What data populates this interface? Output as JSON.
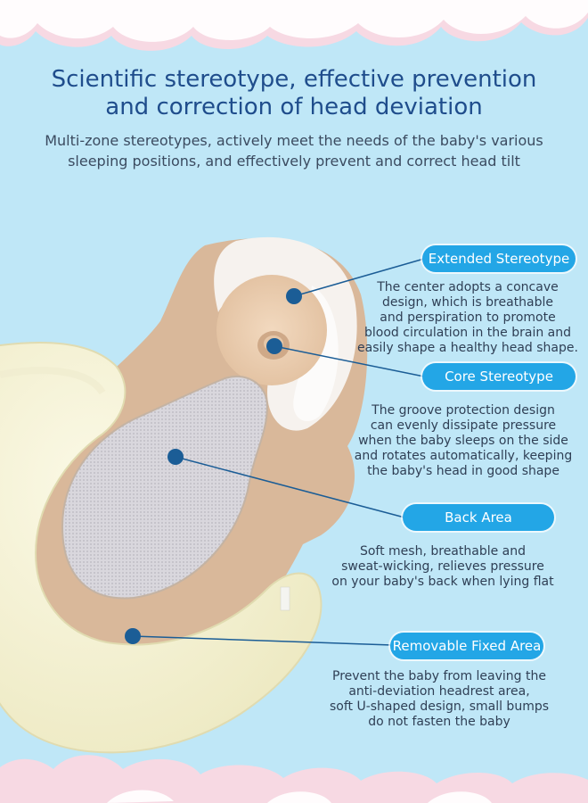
{
  "header": {
    "title_line1": "Scientific stereotype, effective prevention",
    "title_line2": "and correction of head deviation",
    "subtitle_line1": "Multi-zone stereotypes, actively meet the needs of the baby's various",
    "subtitle_line2": "sleeping positions, and effectively prevent and correct head tilt"
  },
  "features": [
    {
      "label": "Extended Stereotype",
      "lines": [
        "The center adopts a concave",
        "design, which is breathable",
        "and perspiration to promote",
        "blood circulation in the brain and",
        "easily shape a healthy head shape."
      ]
    },
    {
      "label": "Core Stereotype",
      "lines": [
        "The groove protection design",
        "can evenly dissipate pressure",
        "when the baby sleeps on the side",
        "and rotates automatically, keeping",
        "the baby's head in good shape"
      ]
    },
    {
      "label": "Back Area",
      "lines": [
        "Soft mesh, breathable and",
        "sweat-wicking, relieves pressure",
        "on your baby's back when lying flat"
      ]
    },
    {
      "label": "Removable Fixed Area",
      "lines": [
        "Prevent the baby from leaving the",
        "anti-deviation headrest area,",
        "soft U-shaped design, small bumps",
        "do not fasten the baby"
      ]
    }
  ],
  "colors": {
    "background": "#bfe7f7",
    "accent": "#23a6e6",
    "title": "#1f4d8c",
    "marker": "#1b5d96"
  }
}
